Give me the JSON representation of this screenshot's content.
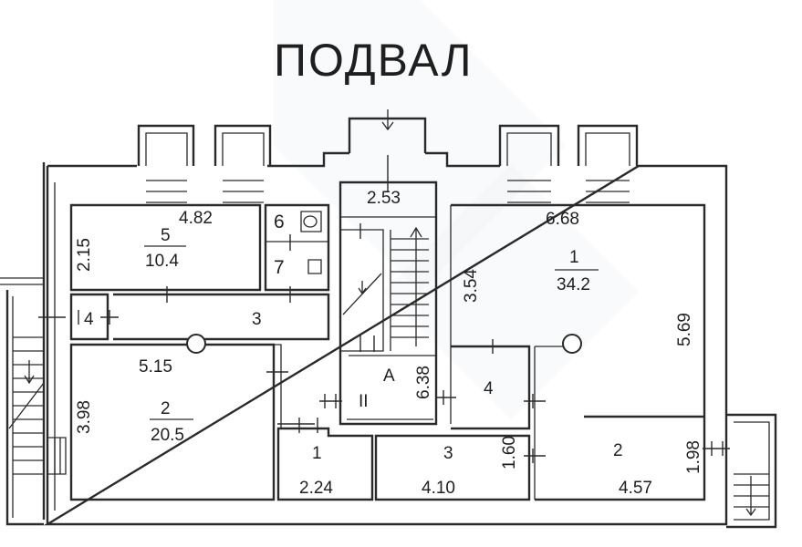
{
  "title": "ПОДВАЛ",
  "labels": {
    "r5_room": "5",
    "r5_area": "10.4",
    "r5_len": "4.82",
    "r5_w": "2.15",
    "r6": "6",
    "r7": "7",
    "r4_left": "4",
    "r3_corr": "3",
    "len_515": "5.15",
    "r2_room": "2",
    "r2_area": "20.5",
    "h_398": "3.98",
    "r1_small": "1",
    "len_224": "2.24",
    "stair_w": "2.53",
    "stair_A": "A",
    "stair_II": "II",
    "stair_len": "6.38",
    "r1_room": "1",
    "r1_area": "34.2",
    "r1_len": "6.68",
    "r1_h": "3.54",
    "h_569": "5.69",
    "r4_right": "4",
    "r3_bottom": "3",
    "len_410": "4.10",
    "h_160": "1.60",
    "r2_right": "2",
    "len_457": "4.57",
    "h_198": "1.98"
  }
}
